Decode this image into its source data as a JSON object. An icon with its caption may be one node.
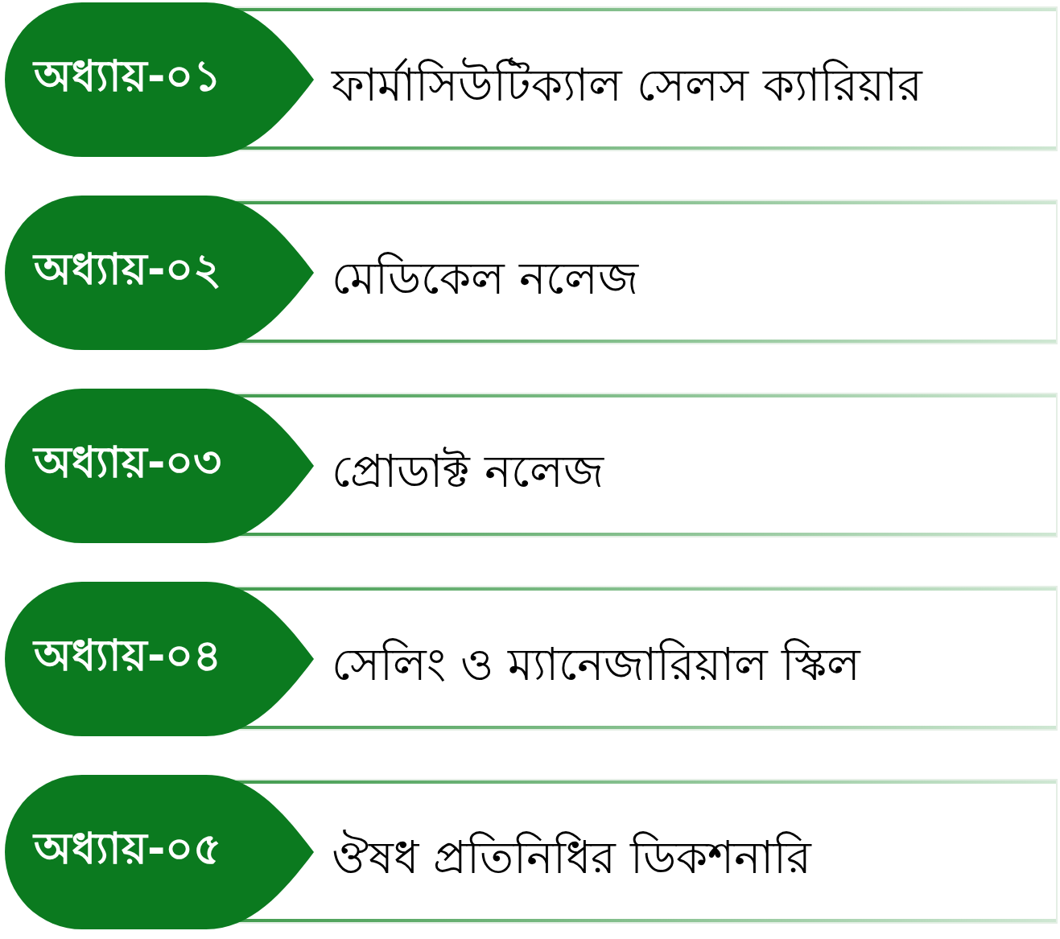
{
  "diagram": {
    "nodes": [
      {
        "text": [
          "অধ্যায়-০১",
          "ফার্মাসিউটিক্যাল সেলস ক্যারিয়ার"
        ]
      },
      {
        "text": [
          "অধ্যায়-০২",
          "মেডিকেল নলেজ"
        ]
      },
      {
        "text": [
          "অধ্যায়-০৩",
          "প্রোডাক্ট নলেজ"
        ]
      },
      {
        "text": [
          "অধ্যায়-০৪",
          "সেলিং ও ম্যানেজারিয়াল স্কিল"
        ]
      },
      {
        "text": [
          "অধ্যায়-০৫",
          "ঔষধ প্রতিনিধির ডিকশনারি"
        ]
      }
    ],
    "edges": []
  }
}
